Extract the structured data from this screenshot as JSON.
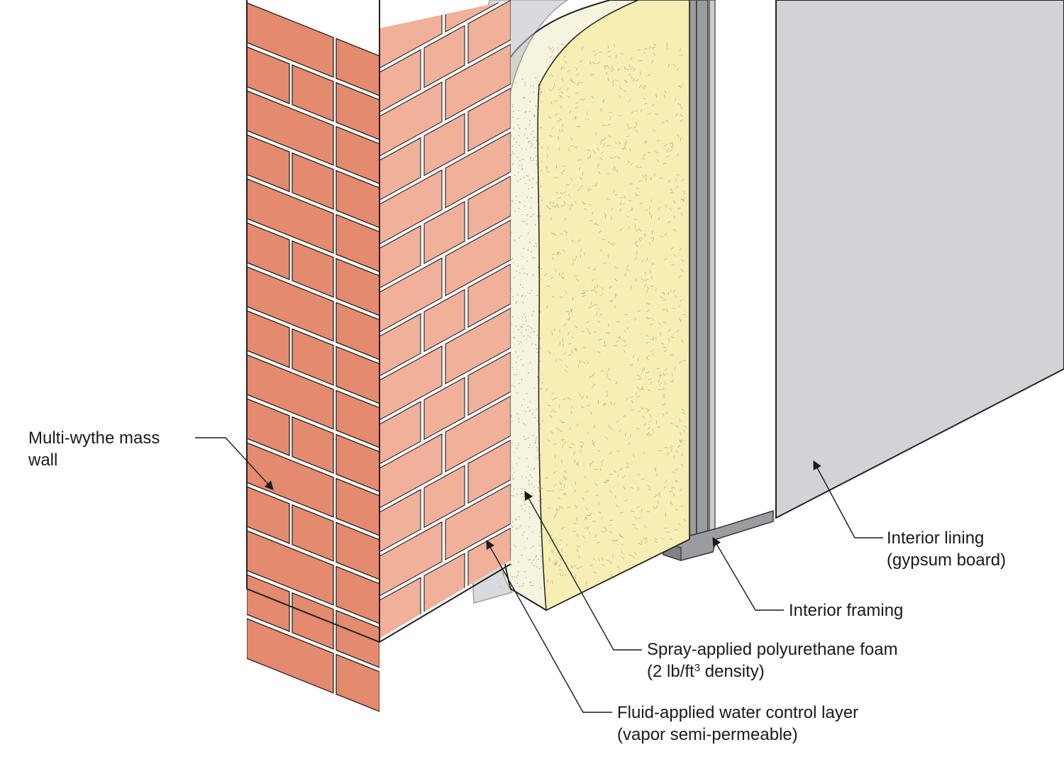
{
  "labels": {
    "mass_wall": {
      "line1": "Multi-wythe mass",
      "line2": "wall"
    },
    "interior_lining": {
      "line1": "Interior lining",
      "line2": "(gypsum board)"
    },
    "interior_framing": {
      "line1": "Interior framing"
    },
    "spray_foam": {
      "line1": "Spray-applied polyurethane foam",
      "line2_pre": "(2 lb/ft",
      "line2_sup": "3",
      "line2_post": " density)"
    },
    "water_control": {
      "line1": "Fluid-applied water control layer",
      "line2": "(vapor semi-permeable)"
    }
  },
  "colors": {
    "brick_face": "#e48a6e",
    "brick_side": "#f0b09a",
    "mortar": "#ffffff",
    "membrane": "#b9bcc3",
    "foam_shell": "#f6f3df",
    "foam_core": "#f7eeb4",
    "steel_stud": "#9a9ca0",
    "gypsum": "#d2d3d6",
    "outline": "#222222"
  }
}
